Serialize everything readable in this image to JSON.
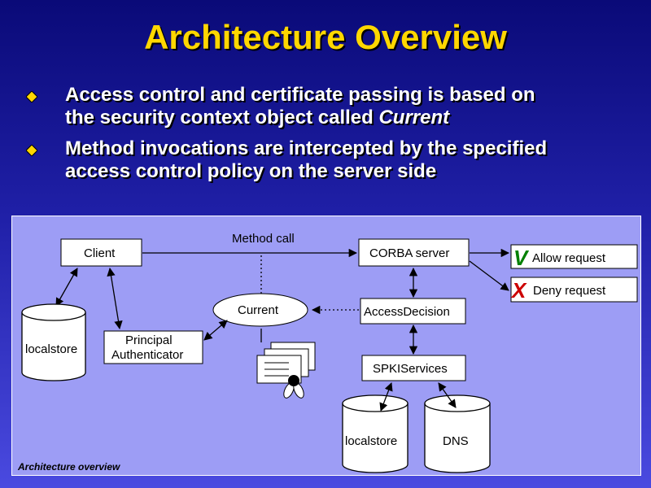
{
  "slide": {
    "title": "Architecture Overview",
    "bullets": [
      {
        "line1": "Access control and certificate passing is based on",
        "line2_prefix": "the security context object called ",
        "line2_emph": "Current"
      },
      {
        "line1": "Method invocations are intercepted by the specified",
        "line2_prefix": "access control policy on the server side",
        "line2_emph": ""
      }
    ]
  },
  "diagram": {
    "method_call_label": "Method call",
    "client": "Client",
    "corba_server": "CORBA server",
    "allow_mark": "V",
    "allow_request": "Allow request",
    "deny_mark": "X",
    "deny_request": "Deny request",
    "current": "Current",
    "access_decision": "AccessDecision",
    "principal_line1": "Principal",
    "principal_line2": "Authenticator",
    "localstore_left": "localstore",
    "spki_services": "SPKIServices",
    "localstore_bottom": "localstore",
    "dns": "DNS",
    "caption": "Architecture overview",
    "colors": {
      "allow": "#008000",
      "deny": "#cc0000",
      "title": "#ffd700"
    }
  }
}
